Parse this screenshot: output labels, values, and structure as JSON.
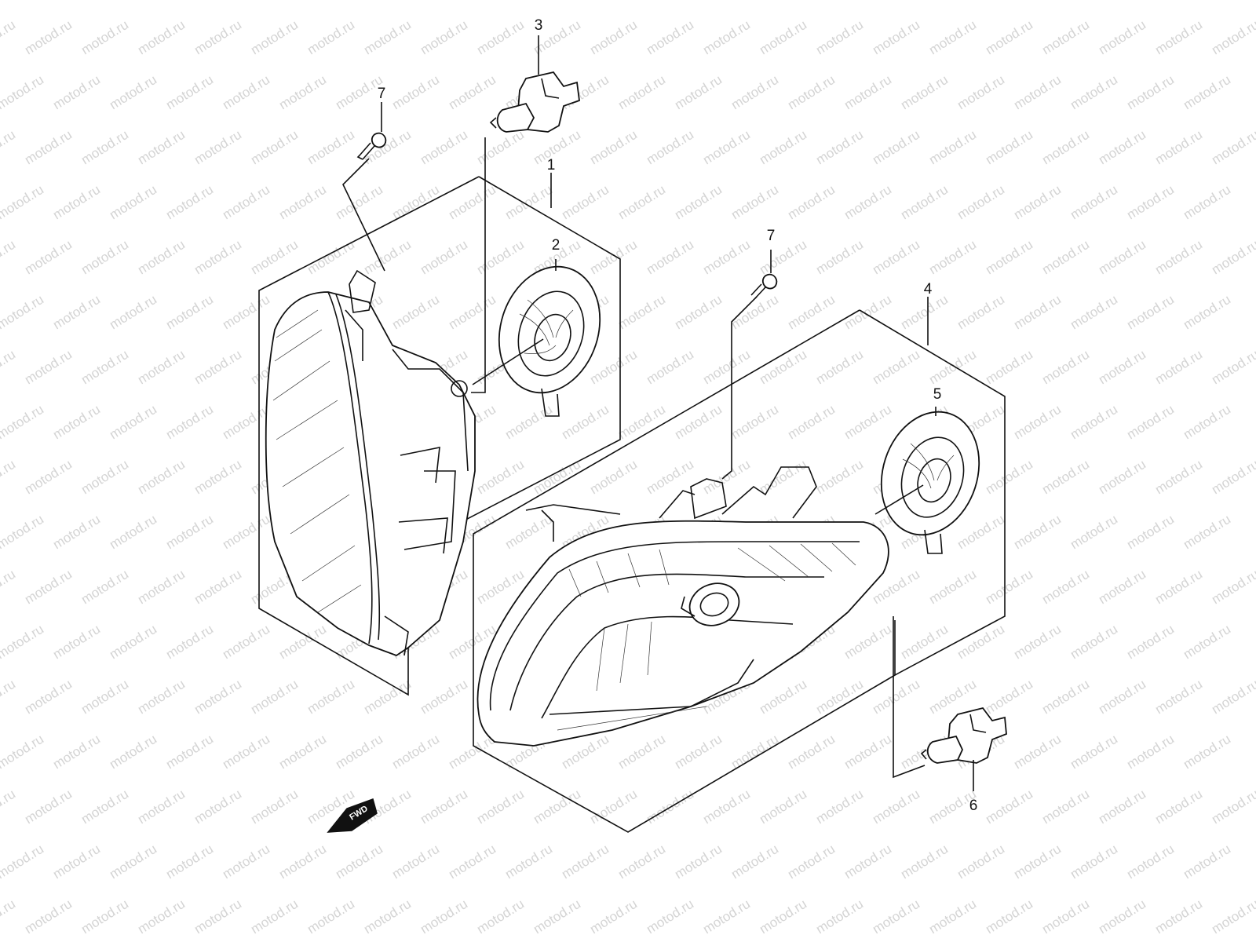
{
  "watermark": {
    "text": "motod.ru"
  },
  "callouts": [
    {
      "id": "c1",
      "label": "1"
    },
    {
      "id": "c2",
      "label": "2"
    },
    {
      "id": "c3",
      "label": "3"
    },
    {
      "id": "c4",
      "label": "4"
    },
    {
      "id": "c5",
      "label": "5"
    },
    {
      "id": "c6",
      "label": "6"
    },
    {
      "id": "c7a",
      "label": "7"
    },
    {
      "id": "c7b",
      "label": "7"
    }
  ],
  "direction_badge": {
    "label": "FWD"
  }
}
